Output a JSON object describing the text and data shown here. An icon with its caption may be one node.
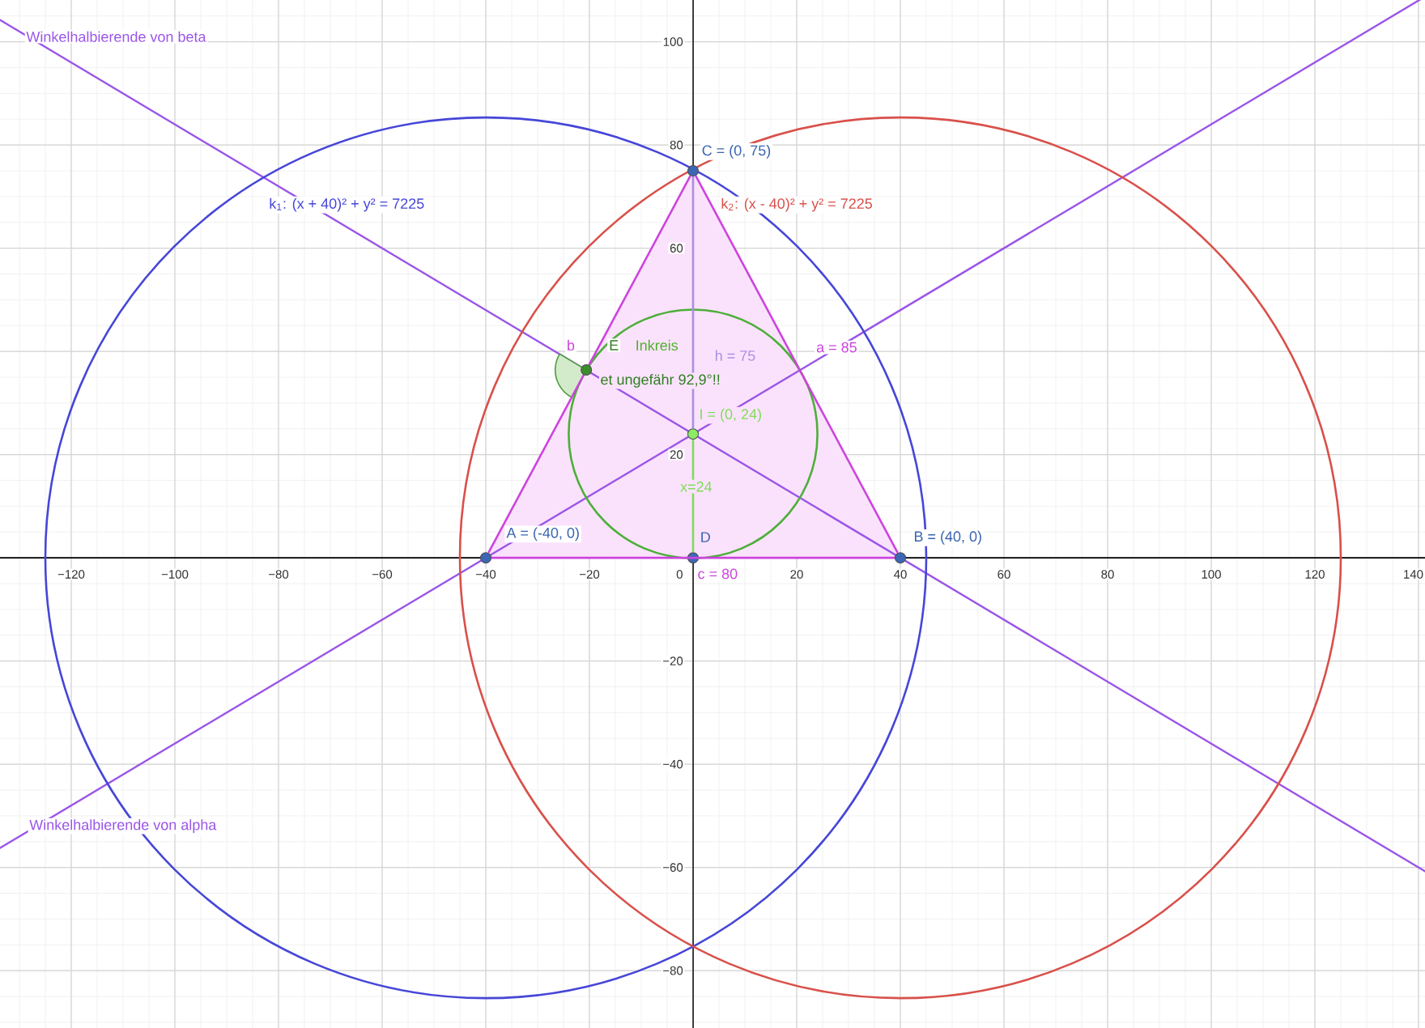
{
  "diagram": {
    "nodes": [
      {
        "text": [
          "A = (-40, 0)"
        ]
      },
      {
        "text": [
          "B = (40, 0)"
        ]
      },
      {
        "text": [
          "C = (0, 75)"
        ]
      },
      {
        "text": [
          "D"
        ]
      },
      {
        "text": [
          "I = (0, 24)"
        ]
      },
      {
        "text": [
          "E"
        ]
      },
      {
        "text": [
          "k$_{1}$: (x + 40)² + y² = 7225"
        ]
      },
      {
        "text": [
          "k$_{2}$: (x - 40)² + y² = 7225"
        ]
      },
      {
        "text": [
          "Inkreis"
        ]
      }
    ],
    "edges": [
      {
        "from": 0,
        "to": 1,
        "arrow": "none",
        "label": "c = 80"
      },
      {
        "from": 1,
        "to": 2,
        "arrow": "none",
        "label": "a = 85"
      },
      {
        "from": 2,
        "to": 5,
        "arrow": "none",
        "label": "b"
      },
      {
        "from": 5,
        "to": 0,
        "arrow": "none"
      },
      {
        "from": 2,
        "to": 4,
        "arrow": "none",
        "label": "h = 75",
        "color": "#a890e2"
      },
      {
        "from": 4,
        "to": 3,
        "arrow": "none",
        "label": "x=24",
        "color": "#7fdc5a"
      }
    ],
    "labels": [
      "Winkelhalbierende von beta",
      "−120",
      "−100",
      "−80",
      "−60",
      "−40",
      "−20",
      "0",
      "20",
      "40",
      "60",
      "80",
      "100",
      "120",
      "140",
      "100",
      "80",
      "60",
      "20",
      "−20",
      "−40",
      "−60",
      "−80",
      "et ungefähr 92,9°!!",
      "Winkelhalbierende von alpha"
    ]
  }
}
